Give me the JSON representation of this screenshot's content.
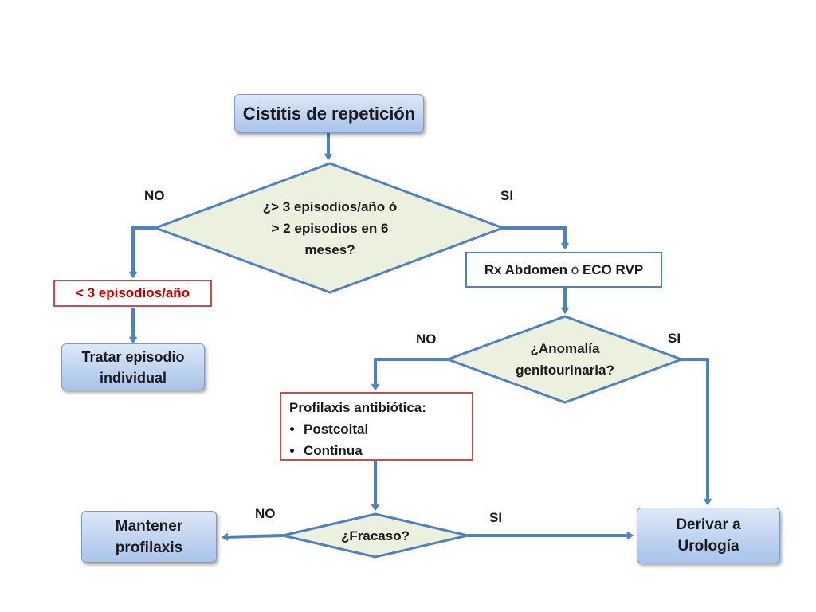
{
  "nodes": {
    "start": "Cistitis de repetición",
    "decision1": [
      "¿> 3 episodios/año ó",
      "> 2 episodios en 6",
      "meses?"
    ],
    "less_than_3": "< 3 episodios/año",
    "treat": [
      "Tratar episodio",
      "individual"
    ],
    "rx": {
      "part1": "Rx Abdomen ",
      "part2": "ó",
      "part3": " ECO RVP"
    },
    "decision2": [
      "¿Anomalía",
      "genitourinaria?"
    ],
    "prophylaxis": {
      "title": "Profilaxis antibiótica:",
      "items": [
        "Postcoital",
        "Continua"
      ]
    },
    "decision3": "¿Fracaso?",
    "maintain": [
      "Mantener",
      "profilaxis"
    ],
    "refer": [
      "Derivar a",
      "Urología"
    ]
  },
  "labels": {
    "d1_no": "NO",
    "d1_si": "SI",
    "d2_no": "NO",
    "d2_si": "SI",
    "d3_no": "NO",
    "d3_si": "SI"
  },
  "colors": {
    "connector": "#4f81bd",
    "decision_fill": "#ebf1de",
    "decision_stroke": "#4f81bd",
    "box_border_red": "#c0504d",
    "red_text": "#c00000"
  }
}
